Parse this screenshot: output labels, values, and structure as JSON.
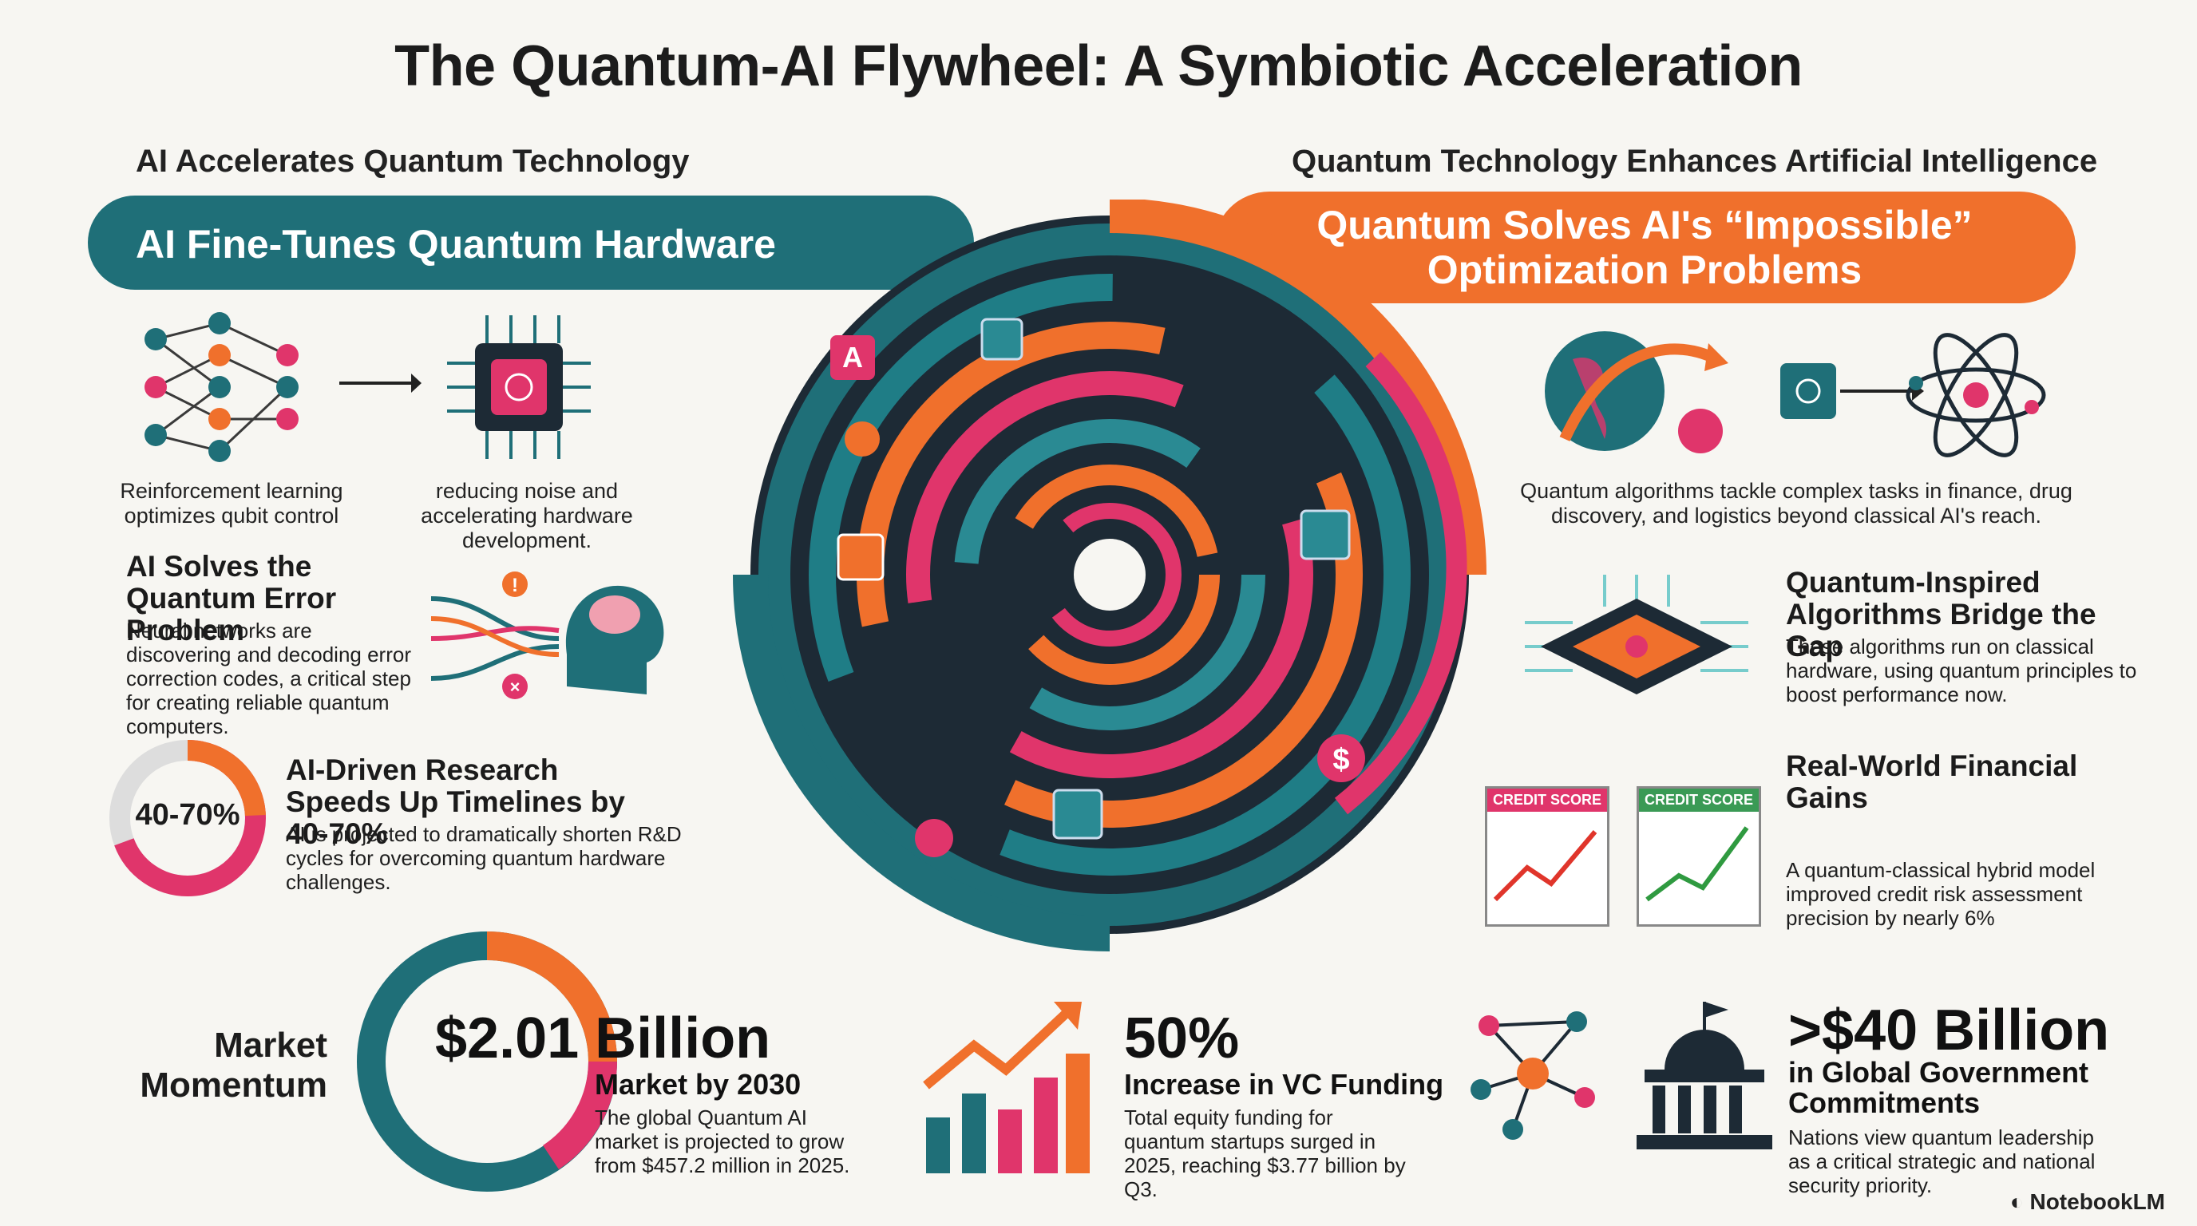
{
  "title": "The Quantum-AI Flywheel: A Symbiotic Acceleration",
  "left": {
    "heading": "AI Accelerates Quantum Technology",
    "banner": "AI Fine-Tunes Quantum Hardware",
    "cap1": "Reinforcement learning optimizes qubit control",
    "cap2": "reducing noise and accelerating hardware development.",
    "error": {
      "title": "AI Solves the Quantum Error Problem",
      "text": "Neural networks are discovering and decoding error correction codes, a critical step for creating reliable quantum computers."
    },
    "research": {
      "percent": "40-70%",
      "title": "AI-Driven Research Speeds Up Timelines by 40-70%",
      "text": "AI is projected to dramatically shorten R&D cycles for overcoming quantum hardware challenges."
    }
  },
  "right": {
    "heading": "Quantum Technology Enhances Artificial Intelligence",
    "banner": "Quantum Solves AI's “Impossible” Optimization Problems",
    "cap": "Quantum algorithms tackle complex tasks in finance, drug discovery, and logistics beyond classical AI's reach.",
    "inspired": {
      "title": "Quantum-Inspired Algorithms Bridge the Gap",
      "text": "These algorithms run on classical hardware, using quantum principles to boost performance now."
    },
    "finance": {
      "title": "Real-World Financial Gains",
      "badge": "CREDIT SCORE",
      "text": "A quantum-classical hybrid model improved credit risk assessment precision by nearly 6%"
    }
  },
  "market": {
    "label": "Market Momentum",
    "value": "$2.01 Billion",
    "sub": "Market by 2030",
    "text": "The global Quantum AI market is projected to grow from $457.2 million in 2025."
  },
  "vc": {
    "value": "50%",
    "sub": "Increase in VC Funding",
    "text": "Total equity funding for quantum startups surged in 2025, reaching $3.77 billion by Q3."
  },
  "gov": {
    "value": ">$40 Billion",
    "sub": "in Global Government Commitments",
    "text": "Nations view quantum leadership as a critical strategic and national security priority."
  },
  "swirl_icon_text": "A",
  "brand": "NotebookLM",
  "colors": {
    "teal": "#1f6f78",
    "orange": "#f0702c",
    "pink": "#e0356b",
    "dark": "#1d2a35"
  }
}
